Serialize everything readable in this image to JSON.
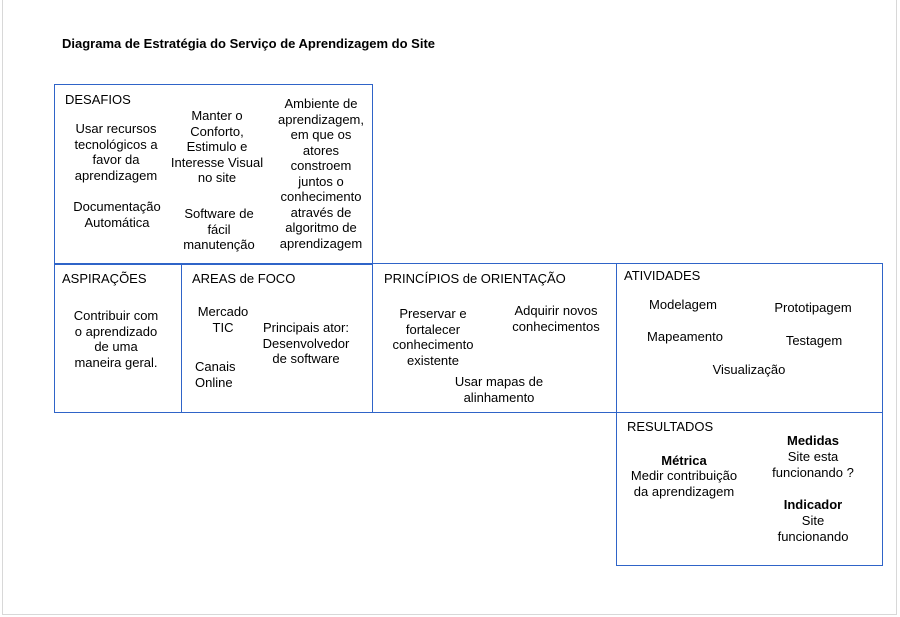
{
  "title": "Diagrama de Estratégia do Serviço de Aprendizagem do Site",
  "colors": {
    "border": "#2f64c8",
    "text": "#000000",
    "background": "#ffffff"
  },
  "desafios": {
    "heading": "DESAFIOS",
    "item1": [
      "Usar recursos",
      "tecnológicos a",
      "favor da",
      "aprendizagem"
    ],
    "item2": [
      "Documentação",
      "Automática"
    ],
    "item3": [
      "Manter o",
      "Conforto,",
      "Estimulo e",
      "Interesse Visual",
      "no site"
    ],
    "item4": [
      "Software de",
      "fácil",
      "manutenção"
    ],
    "item5": [
      "Ambiente de",
      "aprendizagem,",
      "em que os",
      "atores",
      "constroem",
      "juntos o",
      "conhecimento",
      "através de",
      "algoritmo de",
      "aprendizagem"
    ]
  },
  "aspiracoes": {
    "heading": "ASPIRAÇÕES",
    "item1": [
      "Contribuir com",
      "o aprendizado",
      "de uma",
      "maneira geral."
    ]
  },
  "areas_foco": {
    "heading": "AREAS de FOCO",
    "item1": [
      "Mercado",
      "TIC"
    ],
    "item2": [
      "Canais",
      "Online"
    ],
    "item3": [
      "Principais ator:",
      "Desenvolvedor",
      "de software"
    ]
  },
  "principios": {
    "heading": "PRINCÍPIOS de ORIENTAÇÃO",
    "item1": [
      "Preservar e",
      "fortalecer",
      "conhecimento",
      "existente"
    ],
    "item2": [
      "Adquirir novos",
      "conhecimentos"
    ],
    "item3": [
      "Usar mapas de",
      "alinhamento"
    ]
  },
  "atividades": {
    "heading": "ATIVIDADES",
    "item1": "Modelagem",
    "item2": "Prototipagem",
    "item3": "Mapeamento",
    "item4": "Testagem",
    "item5": "Visualização"
  },
  "resultados": {
    "heading": "RESULTADOS",
    "metrica_title": "Métrica",
    "metrica_text": [
      "Medir contribuição",
      "da aprendizagem"
    ],
    "medidas_title": "Medidas",
    "medidas_text": [
      "Site esta",
      "funcionando ?"
    ],
    "indicador_title": "Indicador",
    "indicador_text": [
      "Site",
      "funcionando"
    ]
  }
}
